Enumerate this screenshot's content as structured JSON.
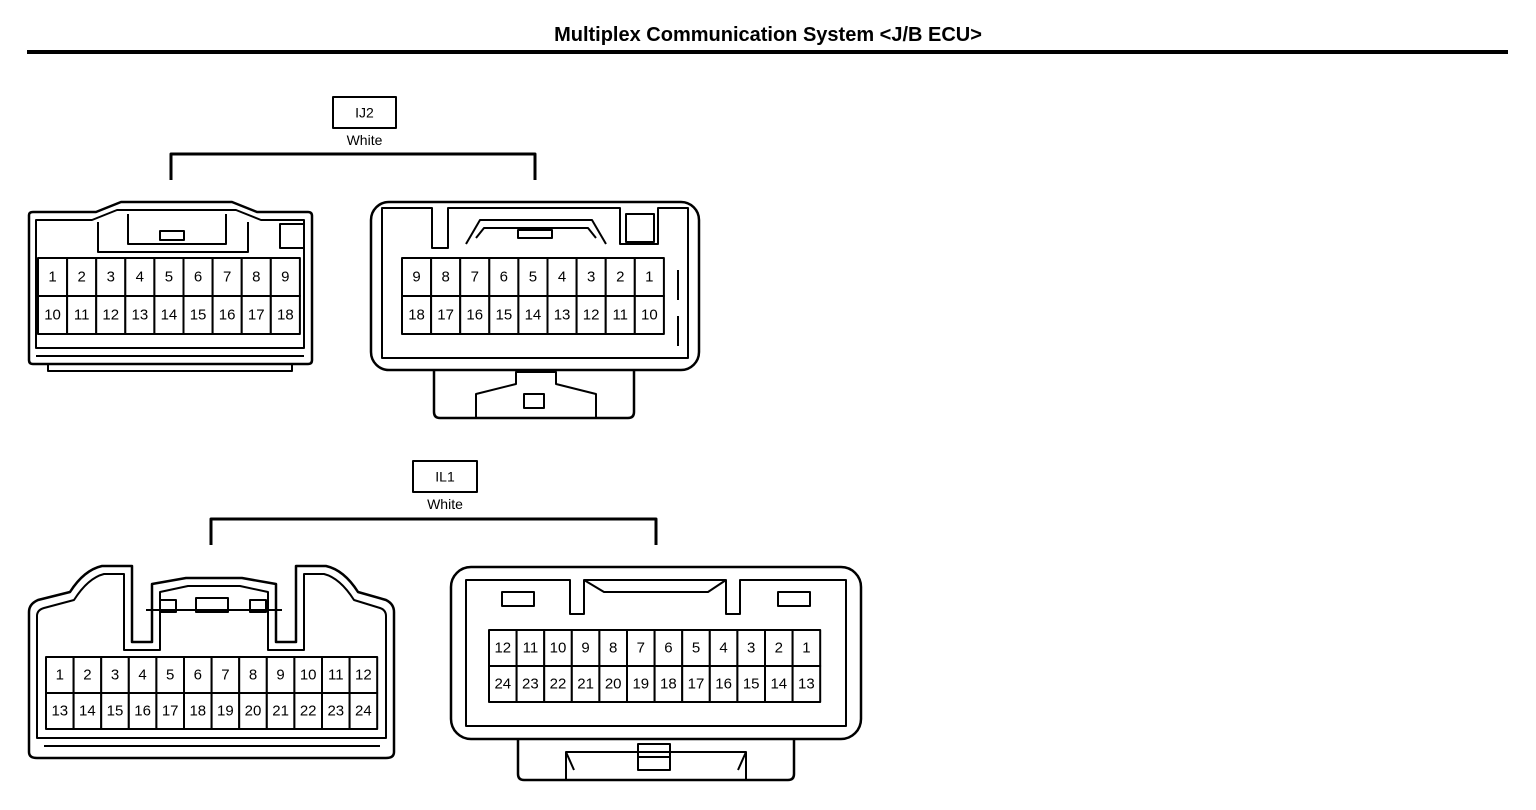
{
  "title": "Multiplex Communication System <J/B ECU>",
  "connectors": [
    {
      "code": "IJ2",
      "color": "White",
      "views": [
        {
          "rows": [
            [
              "1",
              "2",
              "3",
              "4",
              "5",
              "6",
              "7",
              "8",
              "9"
            ],
            [
              "10",
              "11",
              "12",
              "13",
              "14",
              "15",
              "16",
              "17",
              "18"
            ]
          ]
        },
        {
          "rows": [
            [
              "9",
              "8",
              "7",
              "6",
              "5",
              "4",
              "3",
              "2",
              "1"
            ],
            [
              "18",
              "17",
              "16",
              "15",
              "14",
              "13",
              "12",
              "11",
              "10"
            ]
          ]
        }
      ]
    },
    {
      "code": "IL1",
      "color": "White",
      "views": [
        {
          "rows": [
            [
              "1",
              "2",
              "3",
              "4",
              "5",
              "6",
              "7",
              "8",
              "9",
              "10",
              "11",
              "12"
            ],
            [
              "13",
              "14",
              "15",
              "16",
              "17",
              "18",
              "19",
              "20",
              "21",
              "22",
              "23",
              "24"
            ]
          ]
        },
        {
          "rows": [
            [
              "12",
              "11",
              "10",
              "9",
              "8",
              "7",
              "6",
              "5",
              "4",
              "3",
              "2",
              "1"
            ],
            [
              "24",
              "23",
              "22",
              "21",
              "20",
              "19",
              "18",
              "17",
              "16",
              "15",
              "14",
              "13"
            ]
          ]
        }
      ]
    }
  ]
}
